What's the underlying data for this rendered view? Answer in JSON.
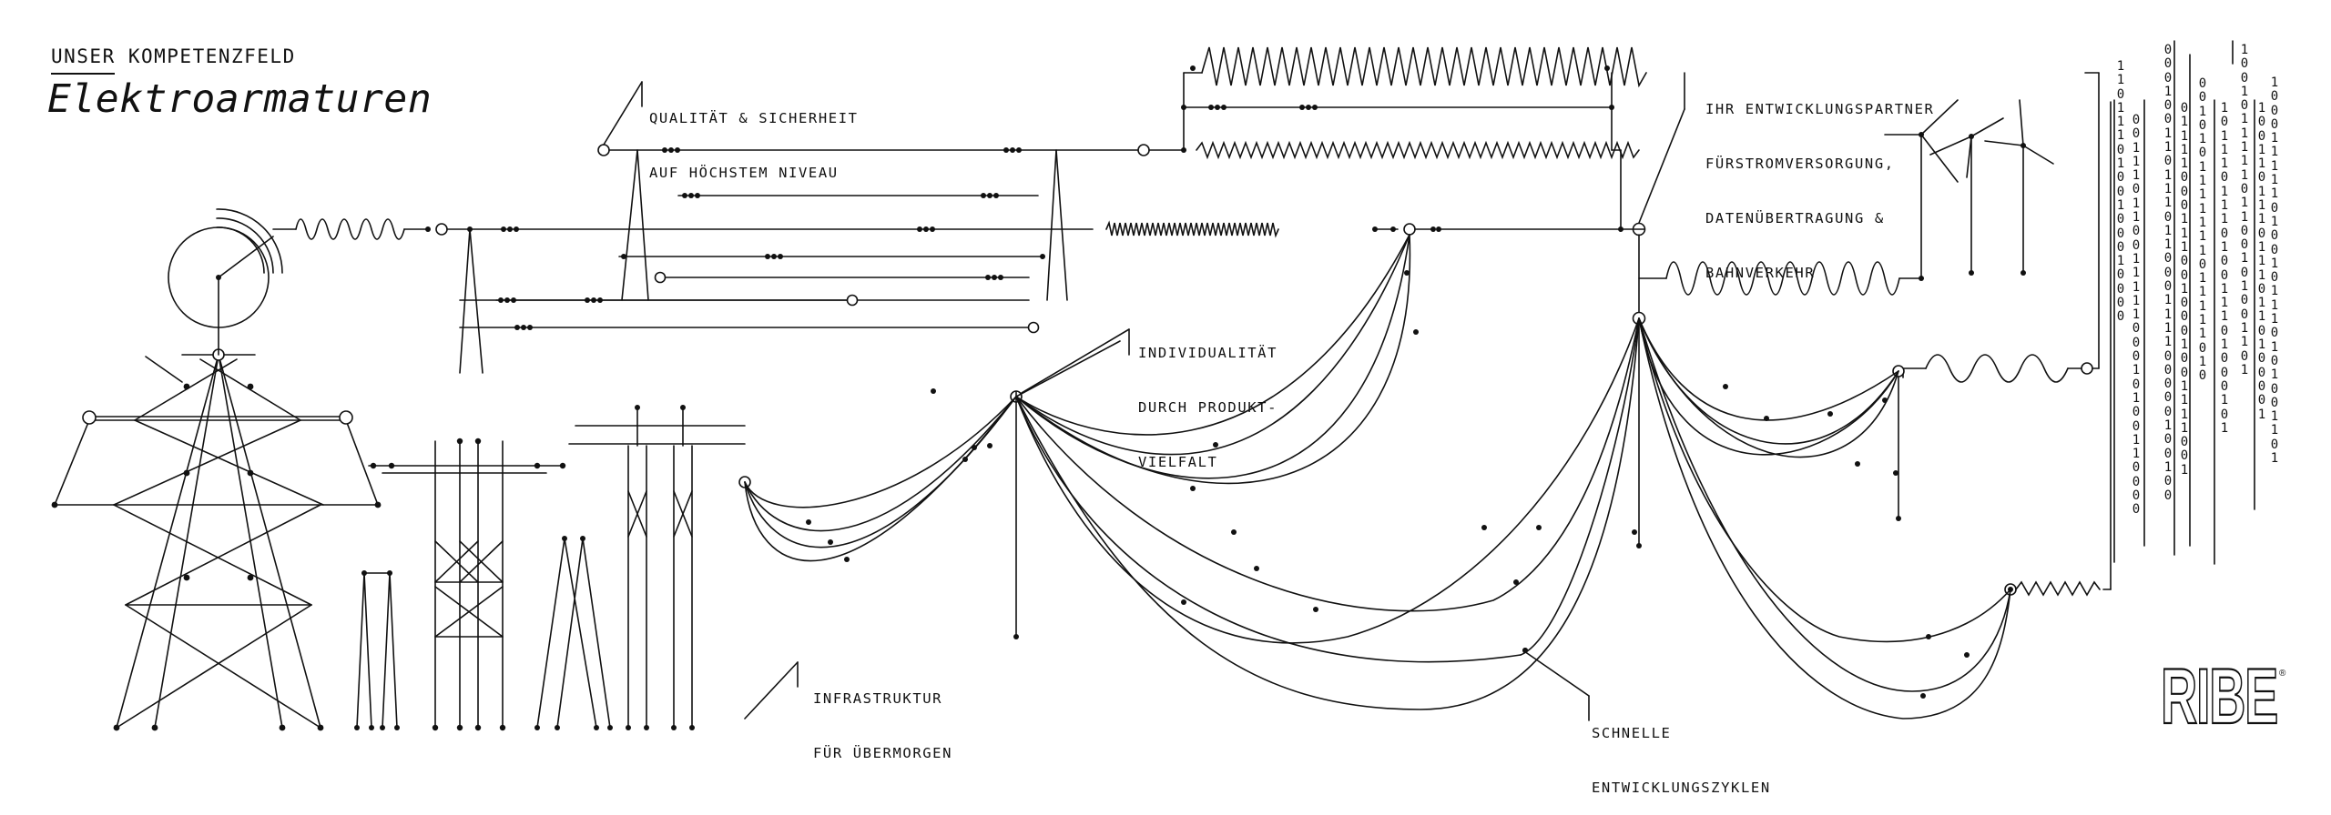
{
  "header": {
    "kicker": "UNSER KOMPETENZFELD",
    "title": "Elektroarmaturen"
  },
  "labels": {
    "quality": [
      "QUALITÄT & SICHERHEIT",
      "AUF HÖCHSTEM NIVEAU"
    ],
    "partner": [
      "IHR ENTWICKLUNGSPARTNER",
      "FÜRSTROMVERSORGUNG,",
      "DATENÜBERTRAGUNG &",
      "BAHNVERKEHR"
    ],
    "individuality": [
      "INDIVIDUALITÄT",
      "DURCH PRODUKT-",
      "VIELFALT"
    ],
    "infrastructure": [
      "INFRASTRUKTUR",
      "FÜR ÜBERMORGEN"
    ],
    "cycles": [
      "SCHNELLE",
      "ENTWICKLUNGSZYKLEN"
    ]
  },
  "logo": {
    "text": "RIBE",
    "mark": "®"
  },
  "binary_columns": [
    "1101110100100010000",
    "00111011001111100010100110000",
    "000100110111011000111100000100100",
    "011110001110010001001111001",
    "0010101111111011111010",
    "101110111010011101000101",
    "100101111101100101001101",
    "10011011101110110100001",
    "1000111110100101110101001101"
  ],
  "colors": {
    "ink": "#111111",
    "background": "#ffffff"
  }
}
